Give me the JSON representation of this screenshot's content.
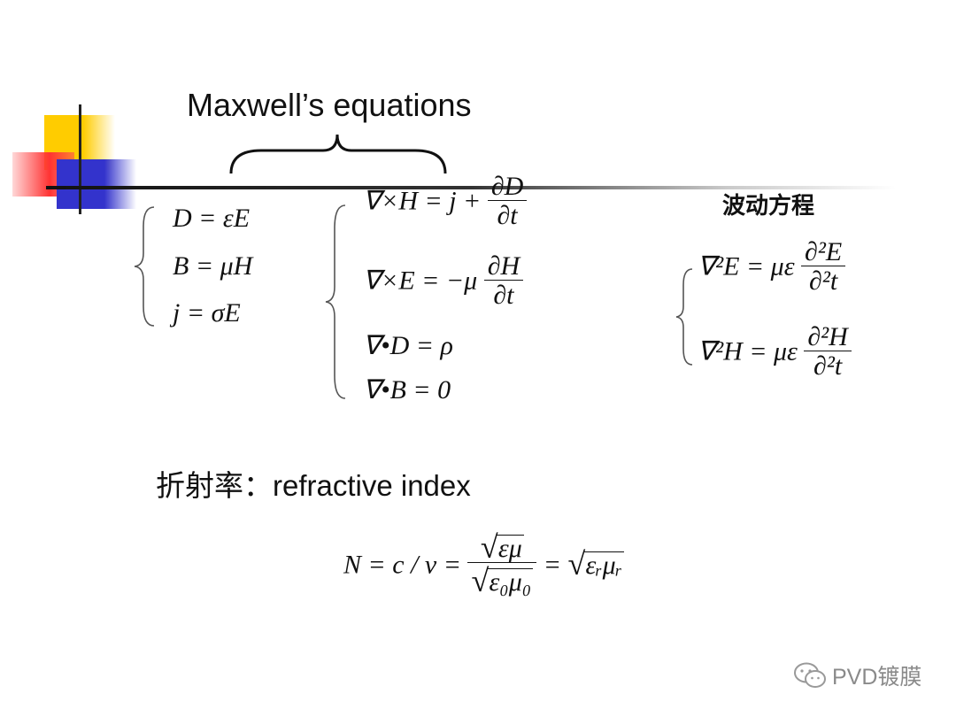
{
  "title": "Maxwell’s equations",
  "constitutive": [
    "D = εE",
    "B = μH",
    "j = σE"
  ],
  "maxwell": {
    "eq1_lhs": "∇×H = j +",
    "eq1_num": "∂D",
    "eq1_den": "∂t",
    "eq2_lhs": "∇×E = −μ",
    "eq2_num": "∂H",
    "eq2_den": "∂t",
    "eq3": "∇•D = ρ",
    "eq4": "∇•B = 0"
  },
  "wave": {
    "heading": "波动方程",
    "eq1_lhs": "∇²E = με",
    "eq1_num": "∂²E",
    "eq1_den": "∂²t",
    "eq2_lhs": "∇²H = με",
    "eq2_num": "∂²H",
    "eq2_den": "∂²t"
  },
  "refractive": {
    "label": "折射率：refractive index",
    "lhs": "N = c / v =",
    "num": "εμ",
    "den": "ε₀μ₀",
    "eq": "=",
    "rhs": "εᵣμᵣ"
  },
  "watermark": "PVD镀膜",
  "colors": {
    "yellow": "#ffcc00",
    "red": "#ff3333",
    "blue": "#3333cc",
    "line": "#222222"
  }
}
